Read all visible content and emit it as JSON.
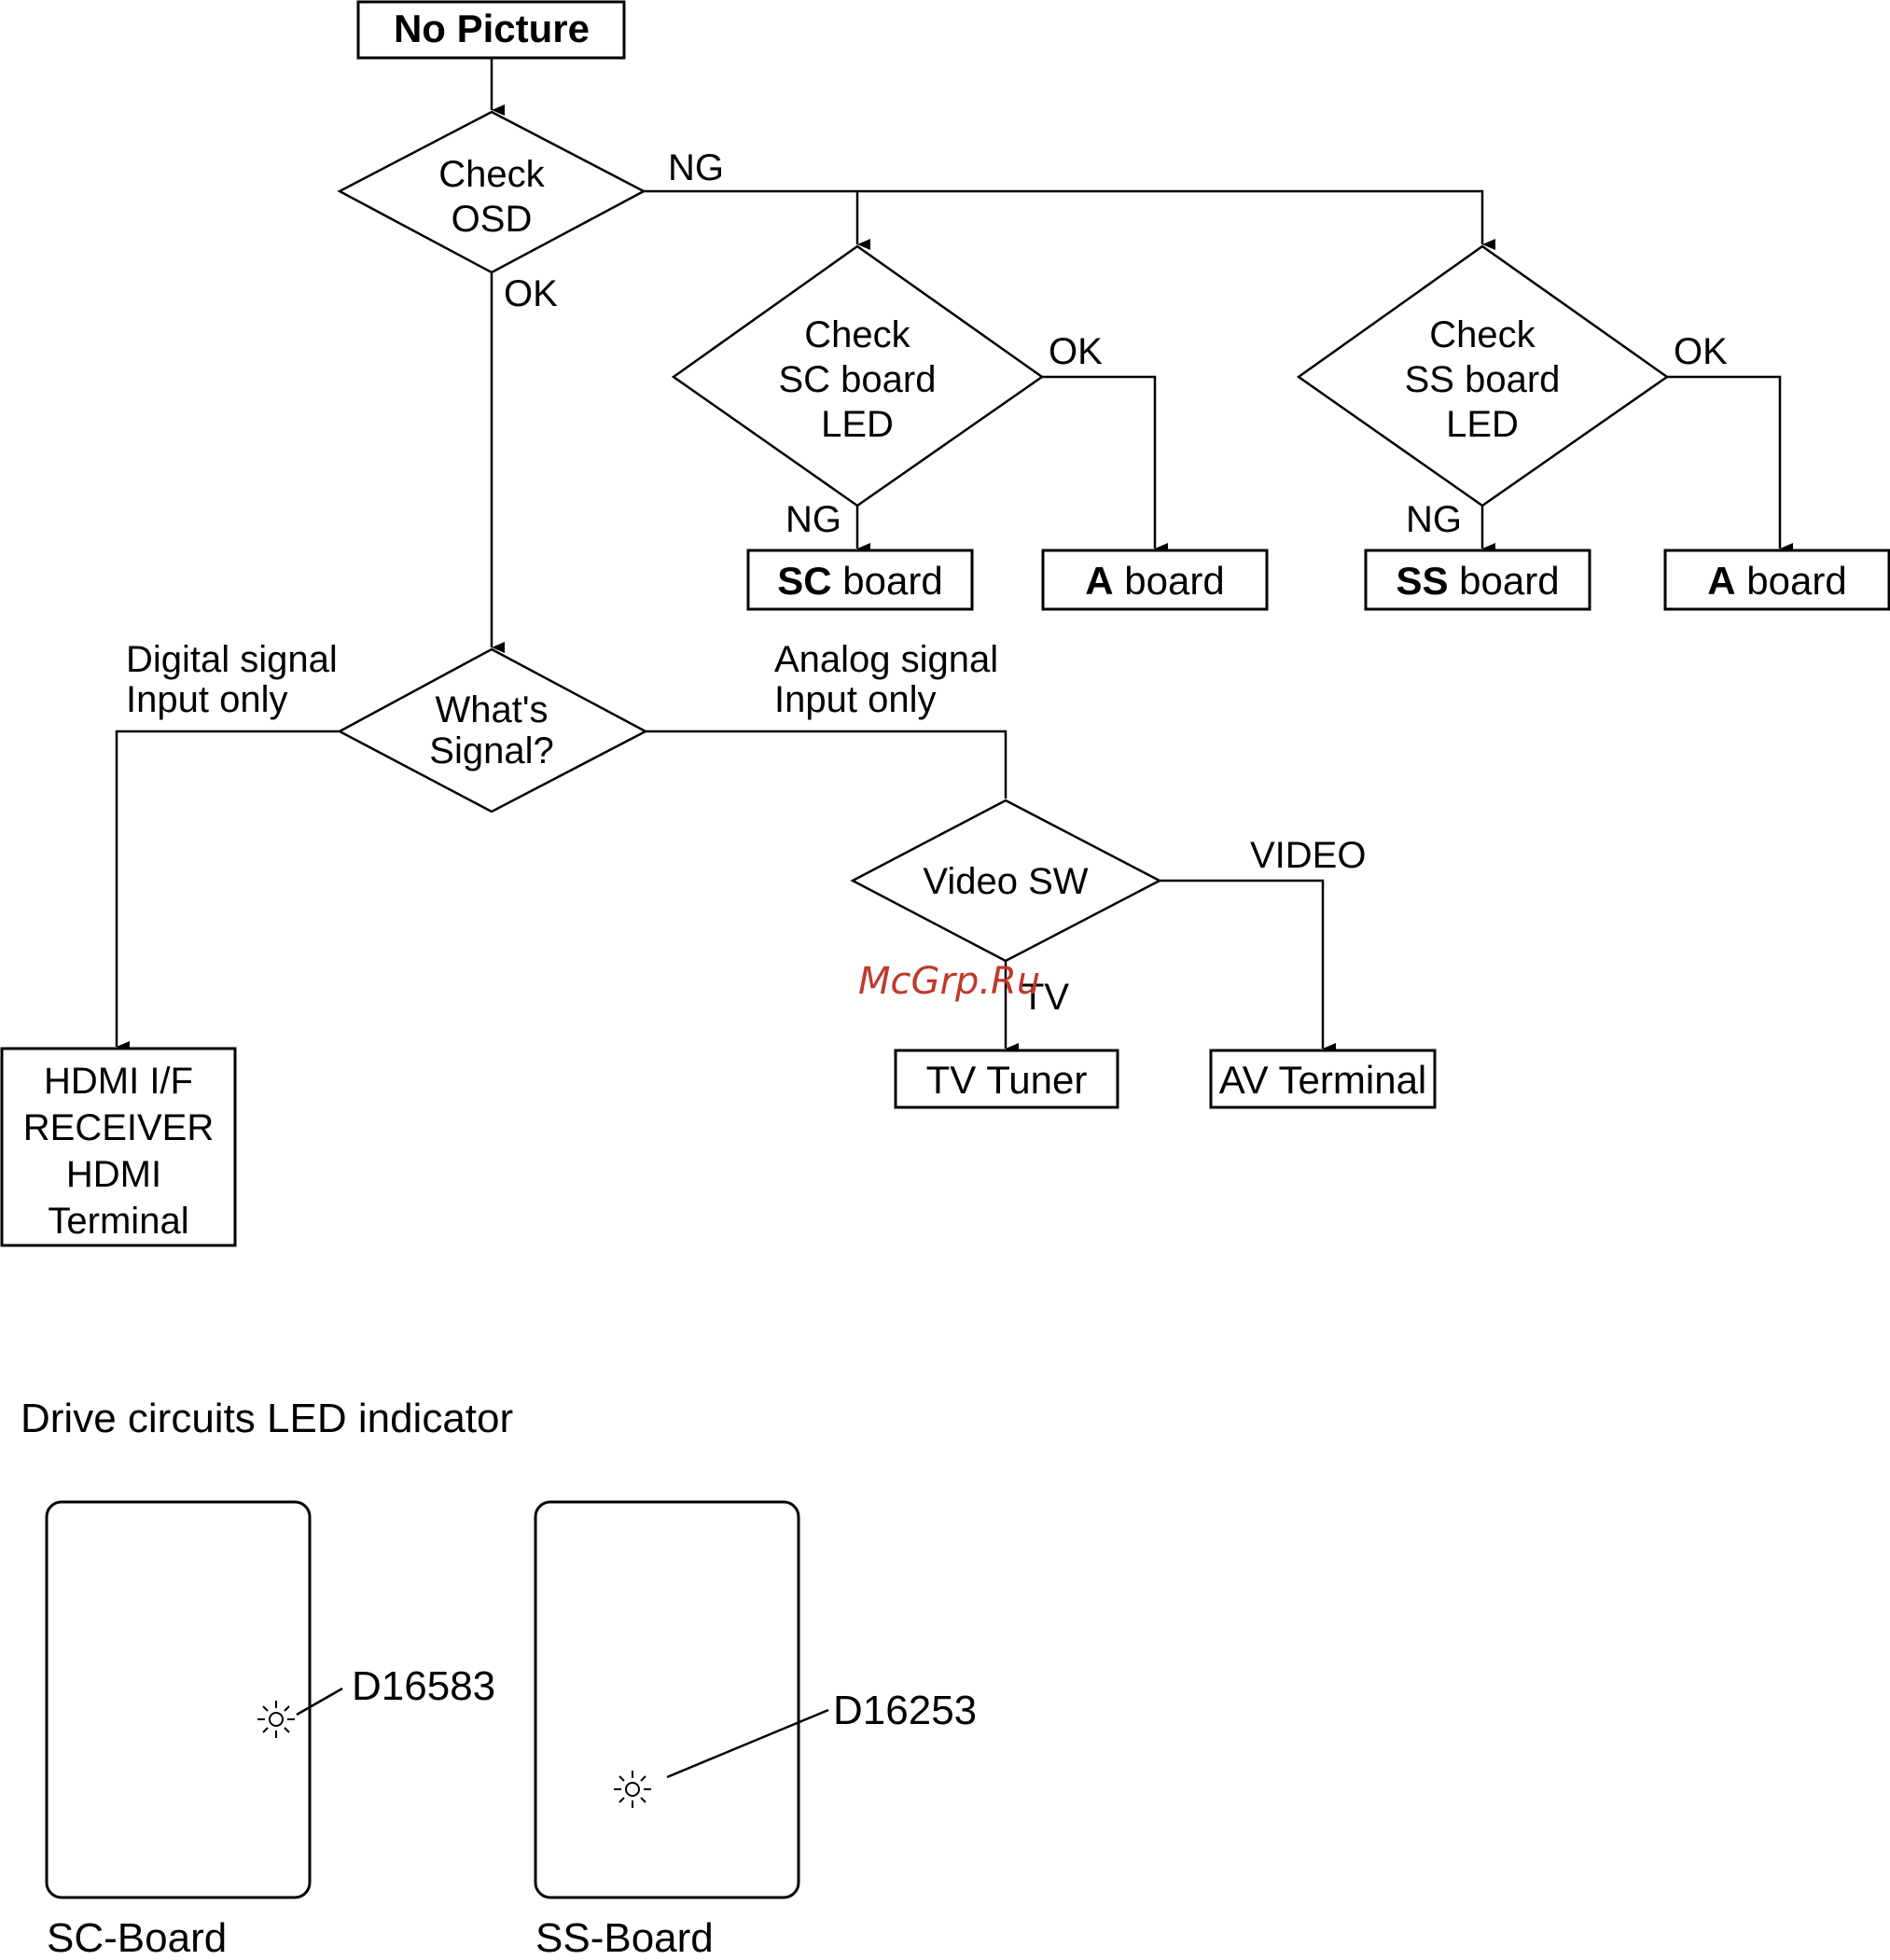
{
  "flowchart": {
    "start": "No Picture",
    "check_osd": [
      "Check",
      "OSD"
    ],
    "check_sc_led": [
      "Check",
      "SC board",
      "LED"
    ],
    "check_ss_led": [
      "Check",
      "SS board",
      "LED"
    ],
    "whats_signal": [
      "What's",
      "Signal?"
    ],
    "video_sw": "Video SW",
    "sc_result": {
      "bold": "SC",
      "rest": " board"
    },
    "a_result_1": {
      "bold": "A",
      "rest": " board"
    },
    "ss_result": {
      "bold": "SS",
      "rest": " board"
    },
    "a_result_2": {
      "bold": "A",
      "rest": " board"
    },
    "hdmi_box": [
      "HDMI I/F",
      "RECEIVER",
      "HDMI",
      "Terminal"
    ],
    "tv_tuner": "TV Tuner",
    "av_terminal": "AV Terminal",
    "labels": {
      "ng_osd": "NG",
      "ok_osd": "OK",
      "ok_sc": "OK",
      "ng_sc": "NG",
      "ok_ss": "OK",
      "ng_ss": "NG",
      "digital": [
        "Digital signal",
        "Input only"
      ],
      "analog": [
        "Analog signal",
        "Input only"
      ],
      "video": "VIDEO",
      "tv": "TV"
    }
  },
  "led_section": {
    "title": "Drive circuits LED indicator",
    "sc_board_label": "SC-Board",
    "ss_board_label": "SS-Board",
    "sc_led": "D16583",
    "ss_led": "D16253"
  },
  "watermark": "McGrp.Ru"
}
